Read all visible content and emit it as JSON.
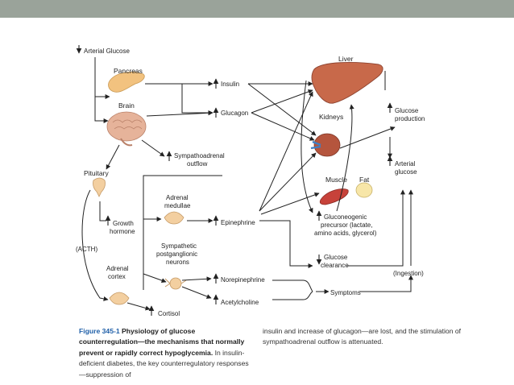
{
  "labels": {
    "arterial_glucose": "Arterial Glucose",
    "pancreas": "Pancreas",
    "brain": "Brain",
    "insulin": "Insulin",
    "glucagon": "Glucagon",
    "liver": "Liver",
    "kidneys": "Kidneys",
    "glucose_production": [
      "Glucose",
      "production"
    ],
    "sympathoadrenal_outflow": [
      "Sympathoadrenal",
      "outflow"
    ],
    "pituitary": "Pituitary",
    "arterial_glucose_right": [
      "Arterial",
      "glucose"
    ],
    "muscle": "Muscle",
    "fat": "Fat",
    "adrenal_medullae": [
      "Adrenal",
      "medullae"
    ],
    "growth_hormone": [
      "Growth",
      "hormone"
    ],
    "epinephrine": "Epinephrine",
    "gluconeogenic_precursor": [
      "Gluconeogenic",
      "precursor (lactate,",
      "amino acids, glycerol)"
    ],
    "acth": "(ACTH)",
    "sympathetic_neurons": [
      "Sympathetic",
      "postganglionic",
      "neurons"
    ],
    "glucose_clearance": [
      "Glucose",
      "clearance"
    ],
    "ingestion": "(Ingestion)",
    "adrenal_cortex": [
      "Adrenal",
      "cortex"
    ],
    "norepinephrine": "Norepinephrine",
    "acetylcholine": "Acetylcholine",
    "symptoms": "Symptoms",
    "cortisol": "Cortisol"
  },
  "caption": {
    "figure_number": "Figure 345-1",
    "bold_text": "Physiology of glucose counterregulation—the mechanisms that normally prevent or rapidly correct hypoglycemia.",
    "left_rest": "In insulin-deficient diabetes, the key counterregulatory responses—suppression of",
    "right_text": "insulin and increase of glucagon—are lost, and the stimulation of sympathoadrenal outflow is attenuated."
  },
  "colors": {
    "top_bar": "#9aa39a",
    "caption_accent": "#1f5fa8",
    "liver": "#c8694a",
    "brain": "#e6b39a",
    "pancreas": "#f2c27f",
    "muscle": "#c7423a",
    "fat": "#f7e6a8",
    "gland": "#f3cfa0"
  }
}
